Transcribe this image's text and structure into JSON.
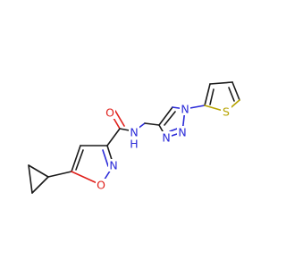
{
  "molecule": {
    "colors": {
      "bond": "#1a1a1a",
      "nitrogen": "#2a2ad8",
      "oxygen": "#e0201b",
      "sulfur": "#b7a300"
    },
    "atoms": {
      "carbonyl_o": "O",
      "amide_n": "N",
      "amide_h": "H",
      "isoxazole_n": "N",
      "isoxazole_o": "O",
      "triazole_n1": "N",
      "triazole_n2": "N",
      "triazole_n3": "N",
      "thiophene_s": "S"
    }
  }
}
